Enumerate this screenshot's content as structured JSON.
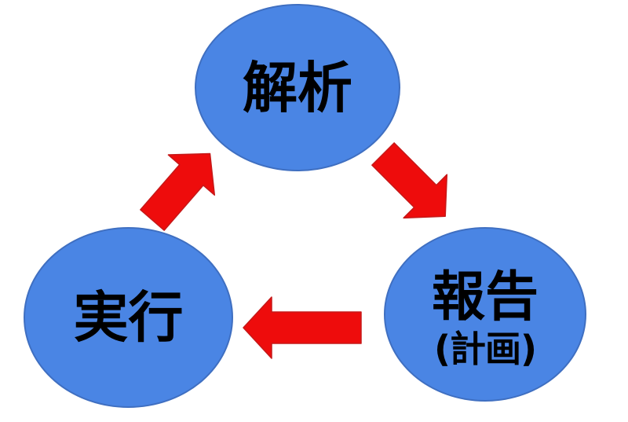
{
  "diagram": {
    "type": "cycle",
    "background": "#ffffff",
    "nodes": [
      {
        "id": "analysis",
        "label": "解析"
      },
      {
        "id": "report",
        "label": "報告",
        "sublabel": "(計画)"
      },
      {
        "id": "execution",
        "label": "実行"
      }
    ],
    "arrows": [
      {
        "id": "analysis-to-report",
        "direction": "down-right"
      },
      {
        "id": "report-to-execution",
        "direction": "left"
      },
      {
        "id": "execution-to-analysis",
        "direction": "up-right"
      }
    ],
    "colors": {
      "node_fill": "#4a85e4",
      "node_stroke": "#3f6fc1",
      "arrow_fill": "#ee0c0c",
      "arrow_stroke": "#c51919",
      "label": "#000000"
    }
  }
}
